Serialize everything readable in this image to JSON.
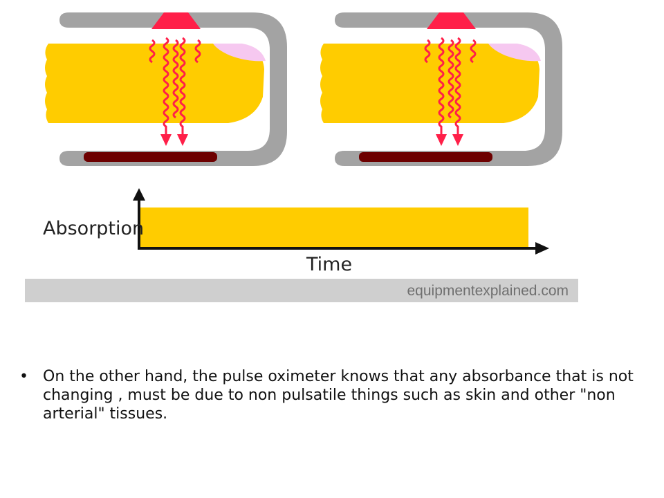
{
  "diagram": {
    "colors": {
      "clip": "#a3a3a3",
      "finger": "#ffcc00",
      "nail": "#f6c8f0",
      "emitter": "#ff1f48",
      "detector": "#6d0000",
      "background": "#ffffff"
    },
    "icons": [
      "finger-clip-icon",
      "light-emitter-icon",
      "light-wave-icon",
      "detector-icon"
    ]
  },
  "graph": {
    "y_label": "Absorption",
    "x_label": "Time",
    "bar_color": "#ffcc00"
  },
  "watermark": {
    "text_part1": "equipment",
    "text_part2": "explained",
    "text_part3": ".com",
    "background": "#cfcfcf"
  },
  "body_text": {
    "bullet": "•",
    "text": "On the other hand, the pulse oximeter knows that any absorbance that is not changing , must be due to non pulsatile things such as skin and other \"non arterial\" tissues."
  }
}
